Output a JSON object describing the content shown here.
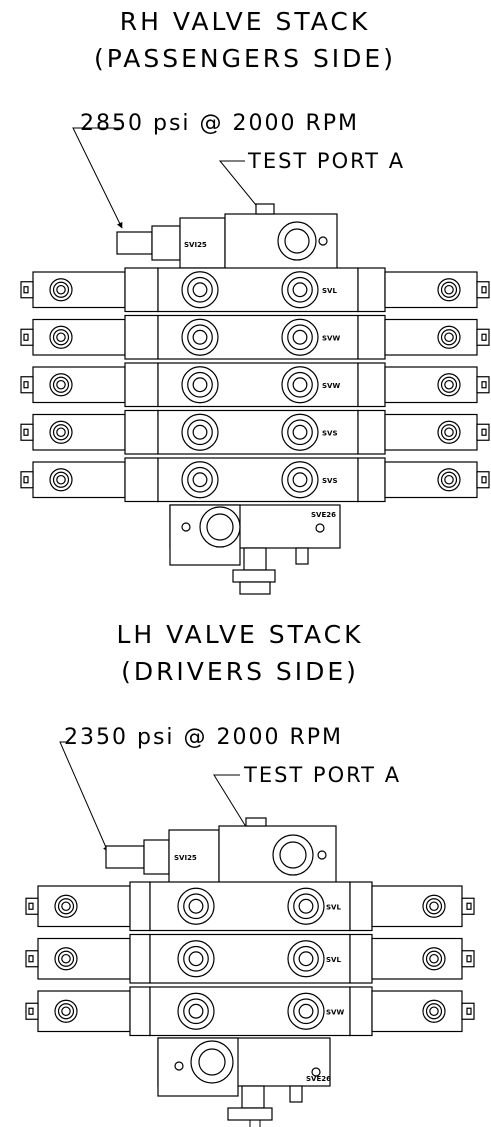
{
  "rh": {
    "title_line1": "RH VALVE STACK",
    "title_line2": "(PASSENGERS SIDE)",
    "pressure": "2850 psi @ 2000 RPM",
    "test_port": "TEST PORT A",
    "relief_label": "SVI25",
    "sections": [
      "SVL",
      "SVW",
      "SVW",
      "SVS",
      "SVS"
    ],
    "inlet_label": "SVE26"
  },
  "lh": {
    "title_line1": "LH VALVE STACK",
    "title_line2": "(DRIVERS SIDE)",
    "pressure": "2350 psi @ 2000 RPM",
    "test_port": "TEST PORT A",
    "relief_label": "SVI25",
    "sections": [
      "SVL",
      "SVL",
      "SVW"
    ],
    "inlet_label": "SVE26"
  }
}
